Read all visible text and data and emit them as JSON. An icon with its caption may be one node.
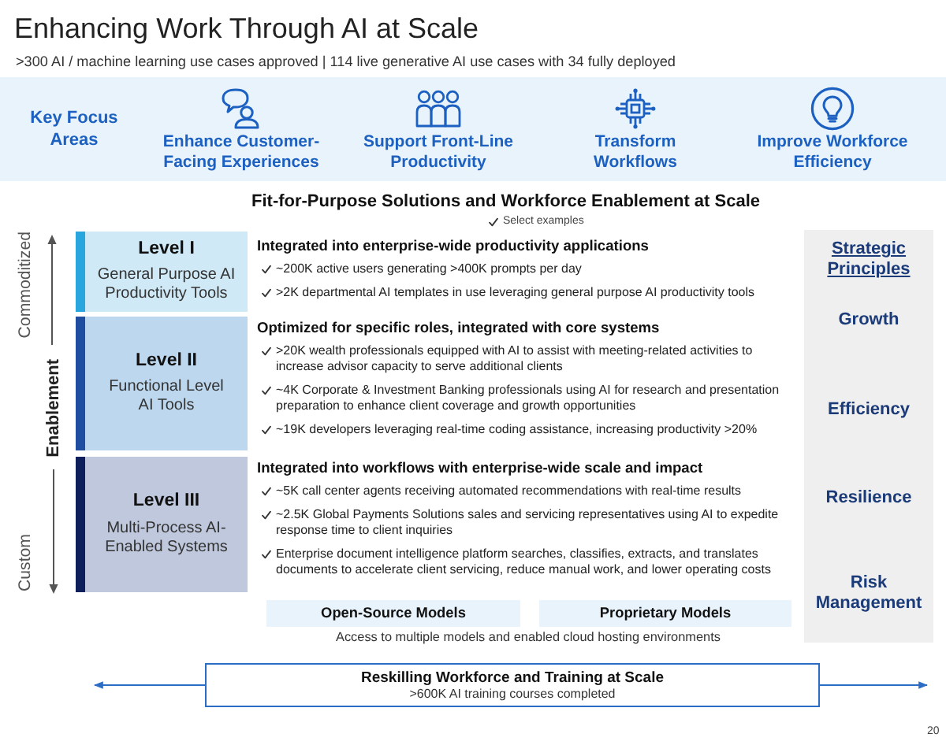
{
  "diagram": {
    "title": "Enhancing Work Through AI at Scale",
    "nodes": [
      {
        "text": [
          "Key Focus Areas",
          "Enhance Customer-Facing Experiences",
          "Support Front-Line Productivity",
          "Transform Workflows",
          "Improve Workforce Efficiency"
        ]
      },
      {
        "text": [
          "Level I",
          "General Purpose AI Productivity Tools"
        ],
        "beside": [
          "Integrated into enterprise-wide productivity applications",
          "~200K active users generating >400K prompts per day",
          ">2K departmental AI templates in use leveraging general purpose AI productivity tools"
        ]
      },
      {
        "text": [
          "Level II",
          "Functional Level AI Tools"
        ],
        "beside": [
          "Optimized for specific roles, integrated with core systems",
          ">20K wealth professionals equipped with AI to assist with meeting-related activities to increase advisor capacity to serve additional clients",
          "~4K Corporate & Investment Banking professionals using AI for research and presentation preparation to enhance client coverage and growth opportunities",
          "~19K developers leveraging real-time coding assistance, increasing productivity >20%"
        ]
      },
      {
        "text": [
          "Level III",
          "Multi-Process AI-Enabled Systems"
        ],
        "beside": [
          "Integrated into workflows with enterprise-wide scale and impact",
          "~5K call center agents receiving automated recommendations with real-time results",
          "~2.5K Global Payments Solutions sales and servicing representatives using AI to expedite response time to client inquiries",
          "Enterprise document intelligence platform searches, classifies, extracts, and translates documents to accelerate client servicing, reduce manual work, and lower operating costs"
        ]
      },
      {
        "text": [
          "Strategic Principles",
          "Growth",
          "Efficiency",
          "Resilience",
          "Risk Management"
        ]
      },
      {
        "text": [
          "Open-Source Models"
        ]
      },
      {
        "text": [
          "Proprietary Models"
        ]
      },
      {
        "text": [
          "Reskilling Workforce and Training at Scale",
          ">600K AI training courses completed"
        ]
      }
    ],
    "edges": [
      {
        "from": 7,
        "to": null,
        "arrow": "to"
      },
      {
        "from": 7,
        "to": null,
        "arrow": "to"
      }
    ],
    "labels": [
      ">300 AI / machine learning use cases approved | 114 live generative AI use cases with 34 fully deployed",
      "Fit-for-Purpose Solutions and Workforce Enablement at Scale",
      "Select examples",
      "Commoditized",
      "Enablement",
      "Custom",
      "Access to multiple models and enabled cloud hosting environments",
      "20"
    ]
  }
}
